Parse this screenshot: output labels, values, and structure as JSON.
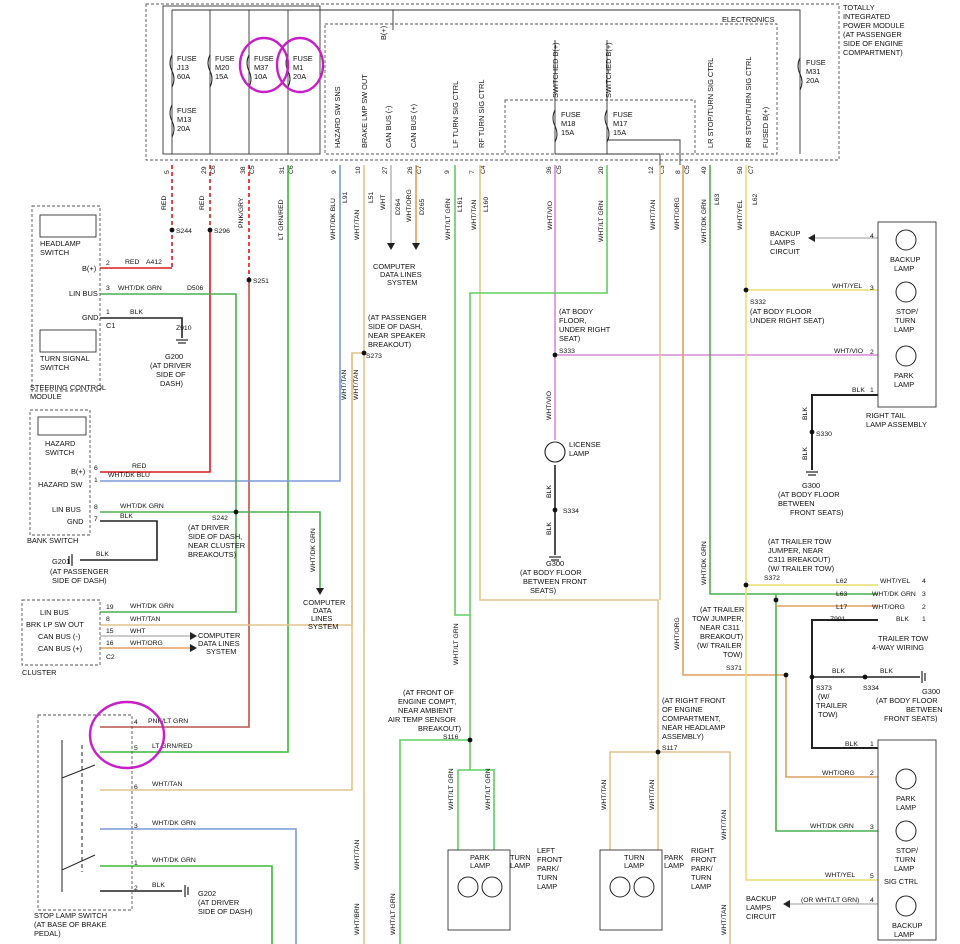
{
  "tipm": {
    "title": [
      "TOTALLY",
      "INTEGRATED",
      "POWER MODULE",
      "(AT PASSENGER",
      "SIDE OF ENGINE",
      "COMPARTMENT)"
    ],
    "electronics": "ELECTRONICS",
    "bplus": "B(+)",
    "fuses": [
      {
        "name": "FUSE",
        "id": "J13",
        "rating": "60A"
      },
      {
        "name": "FUSE",
        "id": "M13",
        "rating": "20A"
      },
      {
        "name": "FUSE",
        "id": "M20",
        "rating": "15A"
      },
      {
        "name": "FUSE",
        "id": "M37",
        "rating": "10A"
      },
      {
        "name": "FUSE",
        "id": "M1",
        "rating": "20A"
      },
      {
        "name": "FUSE",
        "id": "M18",
        "rating": "15A"
      },
      {
        "name": "FUSE",
        "id": "M17",
        "rating": "15A"
      },
      {
        "name": "FUSE",
        "id": "M31",
        "rating": "20A"
      }
    ],
    "signals": [
      "HAZARD SW SNS",
      "BRAKE LMP SW OUT",
      "CAN BUS (-)",
      "CAN BUS (+)",
      "LF TURN SIG CTRL",
      "RF TURN SIG CTRL",
      "SWITCHED B(+)",
      "SWITCHED B(+)",
      "LR STOP/TURN SIG CTRL",
      "RR STOP/TURN SIG CTRL",
      "FUSED B(+)"
    ],
    "pins": [
      {
        "num": "5",
        "conn": ""
      },
      {
        "num": "29",
        "conn": "C6"
      },
      {
        "num": "38",
        "conn": "C5"
      },
      {
        "num": "31",
        "conn": "C6"
      },
      {
        "num": "9",
        "conn": ""
      },
      {
        "num": "10",
        "conn": ""
      },
      {
        "num": "27",
        "conn": ""
      },
      {
        "num": "26",
        "conn": "C7"
      },
      {
        "num": "9",
        "conn": ""
      },
      {
        "num": "7",
        "conn": "C4"
      },
      {
        "num": "36",
        "conn": "C5"
      },
      {
        "num": "20",
        "conn": ""
      },
      {
        "num": "12",
        "conn": "C3"
      },
      {
        "num": "8",
        "conn": "C5"
      },
      {
        "num": "49",
        "conn": ""
      },
      {
        "num": "50",
        "conn": "C7"
      }
    ]
  },
  "wires": {
    "red1": "RED",
    "red2": "RED",
    "pnk_gry": "PNK/GRY",
    "lt_grn_red": "LT GRN/RED",
    "wht_dk_blu": "WHT/DK BLU",
    "l91": "L91",
    "wht_tan": "WHT/TAN",
    "l51": "L51",
    "wht": "WHT",
    "d264": "D264",
    "wht_org": "WHT/ORG",
    "d265": "D265",
    "wht_lt_grn": "WHT/LT GRN",
    "l161": "L161",
    "l160": "L160",
    "wht_vio": "WHT/VIO",
    "wht_dk_grn": "WHT/DK GRN",
    "l63": "L63",
    "wht_yel": "WHT/YEL",
    "l62": "L62",
    "pnk_lt_grn": "PNK/LT GRN",
    "blk": "BLK",
    "wht_brn": "WHT/BRN"
  },
  "splices": {
    "s244": "S244",
    "s296": "S296",
    "s251": "S251",
    "s273": "S273",
    "s242": "S242",
    "s333": "S333",
    "s334": "S334",
    "s332": "S332",
    "s330": "S330",
    "s372": "S372",
    "s371": "S371",
    "s373": "S373",
    "s334b": "S334",
    "s116": "S116",
    "s117": "S117"
  },
  "notes": {
    "computer_data_1": [
      "COMPUTER",
      "DATA LINES",
      "SYSTEM"
    ],
    "computer_data_2": [
      "COMPUTER",
      "DATA",
      "LINES",
      "SYSTEM"
    ],
    "computer_data_3": [
      "COMPUTER",
      "DATA LINES",
      "SYSTEM"
    ],
    "s273_note": [
      "(AT PASSENGER",
      "SIDE OF DASH,",
      "NEAR SPEAKER",
      "BREAKOUT)"
    ],
    "s333_note": [
      "(AT BODY",
      "FLOOR,",
      "UNDER RIGHT",
      "SEAT)"
    ],
    "s332_note": [
      "(AT BODY FLOOR",
      "UNDER RIGHT SEAT)"
    ],
    "s242_note": [
      "(AT DRIVER",
      "SIDE OF DASH,",
      "NEAR CLUSTER",
      "BREAKOUTS)"
    ],
    "g200": [
      "G200",
      "(AT DRIVER",
      "SIDE OF",
      "DASH)"
    ],
    "g201": [
      "G201",
      "(AT PASSENGER",
      "SIDE OF DASH)"
    ],
    "g300a": [
      "G300",
      "(AT BODY FLOOR",
      "BETWEEN FRONT",
      "SEATS)"
    ],
    "g300b": [
      "G300",
      "(AT BODY FLOOR",
      "BETWEEN",
      "FRONT SEATS)"
    ],
    "g300c": [
      "G300",
      "(AT BODY FLOOR",
      "BETWEEN",
      "FRONT SEATS)"
    ],
    "g202": [
      "G202",
      "(AT DRIVER",
      "SIDE OF DASH)"
    ],
    "s372_note": [
      "(AT TRAILER TOW",
      "JUMPER, NEAR",
      "C311 BREAKOUT)",
      "(W/ TRAILER TOW)"
    ],
    "s371_note": [
      "(AT TRAILER",
      "TOW JUMPER,",
      "NEAR C311",
      "BREAKOUT)",
      "(W/ TRAILER",
      "TOW)"
    ],
    "s373_note": [
      "(W/",
      "TRAILER",
      "TOW)"
    ],
    "s116_note": [
      "(AT FRONT OF",
      "ENGINE COMPT,",
      "NEAR AMBIENT",
      "AIR TEMP SENSOR",
      "BREAKOUT)"
    ],
    "s117_note": [
      "(AT RIGHT FRONT",
      "OF ENGINE",
      "COMPARTMENT,",
      "NEAR HEADLAMP",
      "ASSEMBLY)"
    ],
    "backup1": [
      "BACKUP",
      "LAMPS",
      "CIRCUIT"
    ],
    "backup2": [
      "BACKUP",
      "LAMPS",
      "CIRCUIT"
    ],
    "trailer": [
      "TRAILER TOW",
      "4-WAY WIRING"
    ]
  },
  "components": {
    "headlamp_switch": [
      "HEADLAMP",
      "SWITCH"
    ],
    "turn_signal_switch": [
      "TURN SIGNAL",
      "SWITCH"
    ],
    "steering_module": [
      "STEERING CONTROL",
      "MODULE"
    ],
    "hazard_switch": [
      "HAZARD",
      "SWITCH"
    ],
    "bank_switch": "BANK SWITCH",
    "cluster": "CLUSTER",
    "stop_lamp_switch": [
      "STOP LAMP SWITCH",
      "(AT BASE OF BRAKE",
      "PEDAL)"
    ],
    "license_lamp": [
      "LICENSE",
      "LAMP"
    ],
    "right_tail": [
      "RIGHT TAIL",
      "LAMP ASSEMBLY"
    ],
    "backup_lamp": [
      "BACKUP",
      "LAMP"
    ],
    "stop_turn_lamp": [
      "STOP/",
      "TURN",
      "LAMP"
    ],
    "park_lamp": [
      "PARK",
      "LAMP"
    ],
    "left_front": [
      "LEFT",
      "FRONT",
      "PARK/",
      "TURN",
      "LAMP"
    ],
    "right_front": [
      "RIGHT",
      "FRONT",
      "PARK/",
      "TURN",
      "LAMP"
    ],
    "park_lamp_box": [
      "PARK",
      "LAMP"
    ],
    "turn_lamp_box": [
      "TURN",
      "LAMP"
    ],
    "sig_ctrl": "SIG CTRL"
  },
  "pin_labels": {
    "bplus": "B(+)",
    "lin_bus": "LIN BUS",
    "gnd": "GND",
    "c1": "C1",
    "hazard_sw": "HAZARD SW",
    "brk_lp": "BRK LP SW OUT",
    "can_neg": "CAN BUS (-)",
    "can_pos": "CAN BUS (+)",
    "c2": "C2",
    "a412": "A412",
    "d506": "D506",
    "z910": "Z910",
    "z991": "Z991",
    "l17": "L17"
  }
}
